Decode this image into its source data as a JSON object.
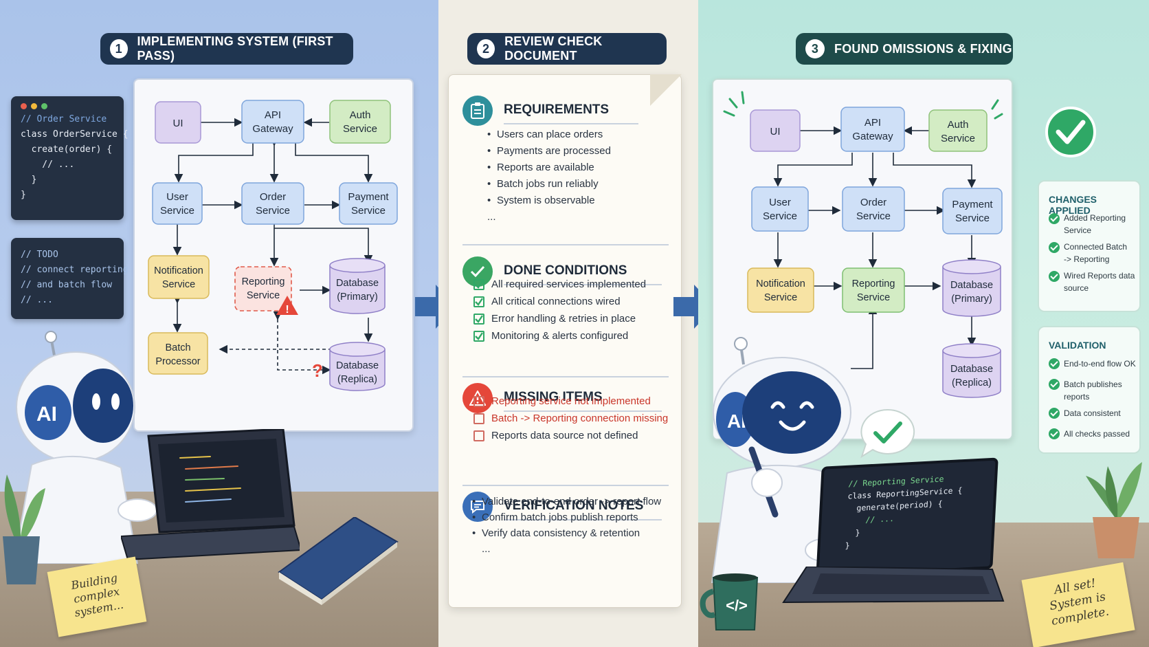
{
  "panel1": {
    "number": "1",
    "title": "IMPLEMENTING SYSTEM (FIRST PASS)",
    "code_top": [
      "// Order Service",
      "class OrderService {",
      "  create(order) {",
      "    // ...",
      "  }",
      "}"
    ],
    "code_bottom": [
      "// TODO",
      "// connect reporting",
      "// and batch flow",
      "// ..."
    ],
    "robot_label": "AI",
    "sticky_note": [
      "Building",
      "complex",
      "system..."
    ],
    "diagram": {
      "ui": "UI",
      "api_gateway": [
        "API",
        "Gateway"
      ],
      "auth_service": [
        "Auth",
        "Service"
      ],
      "user_service": [
        "User",
        "Service"
      ],
      "order_service": [
        "Order",
        "Service"
      ],
      "payment_service": [
        "Payment",
        "Service"
      ],
      "notification_service": [
        "Notification",
        "Service"
      ],
      "reporting_service": [
        "Reporting",
        "Service"
      ],
      "database_primary": [
        "Database",
        "(Primary)"
      ],
      "batch_processor": [
        "Batch",
        "Processor"
      ],
      "database_replica": [
        "Database",
        "(Replica)"
      ],
      "question": "?",
      "warning": "!"
    }
  },
  "panel2": {
    "number": "2",
    "title": "REVIEW CHECK DOCUMENT",
    "requirements": {
      "title": "REQUIREMENTS",
      "items": [
        "Users can place orders",
        "Payments are processed",
        "Reports are available",
        "Batch jobs run reliably",
        "System is observable"
      ],
      "ellipsis": "..."
    },
    "done_conditions": {
      "title": "DONE CONDITIONS",
      "items": [
        "All required services implemented",
        "All critical connections wired",
        "Error handling & retries in place",
        "Monitoring & alerts configured"
      ]
    },
    "missing_items": {
      "title": "MISSING ITEMS",
      "items": [
        "Reporting service not implemented",
        "Batch -> Reporting connection missing",
        "Reports data source not defined"
      ]
    },
    "verification_notes": {
      "title": "VERIFICATION NOTES",
      "items": [
        "Validate end-to-end order -> report flow",
        "Confirm batch jobs publish reports",
        "Verify data consistency & retention"
      ],
      "ellipsis": "..."
    }
  },
  "panel3": {
    "number": "3",
    "title": "FOUND OMISSIONS & FIXING",
    "diagram": {
      "ui": "UI",
      "api_gateway": [
        "API",
        "Gateway"
      ],
      "auth_service": [
        "Auth",
        "Service"
      ],
      "user_service": [
        "User",
        "Service"
      ],
      "order_service": [
        "Order",
        "Service"
      ],
      "payment_service": [
        "Payment",
        "Service"
      ],
      "notification_service": [
        "Notification",
        "Service"
      ],
      "reporting_service": [
        "Reporting",
        "Service"
      ],
      "database_primary": [
        "Database",
        "(Primary)"
      ],
      "database_replica": [
        "Database",
        "(Replica)"
      ]
    },
    "changes_applied": {
      "title": "CHANGES APPLIED",
      "items": [
        [
          "Added Reporting",
          "Service"
        ],
        [
          "Connected Batch",
          "-> Reporting"
        ],
        [
          "Wired Reports data",
          "source"
        ]
      ]
    },
    "validation": {
      "title": "VALIDATION",
      "items": [
        [
          "End-to-end flow OK"
        ],
        [
          "Batch publishes",
          "reports"
        ],
        [
          "Data consistent"
        ],
        [
          "All checks passed"
        ]
      ]
    },
    "robot_label": "AI",
    "laptop_code": [
      "// Reporting Service",
      "class ReportingService {",
      "  generate(period) {",
      "    // ...",
      "  }",
      "}"
    ],
    "mug_label": "</>",
    "sticky_note": [
      "All set!",
      "System is",
      "complete."
    ]
  },
  "colors": {
    "pill_dark": "#1f3550",
    "pill_green": "#1e4b4a",
    "blue_box": "#cfe0f7",
    "purple_box": "#ddd3f1",
    "green_box": "#d3ecc4",
    "yellow_box": "#f7e3a4",
    "red_dashed": "#e05a4a",
    "success": "#2fa866"
  }
}
